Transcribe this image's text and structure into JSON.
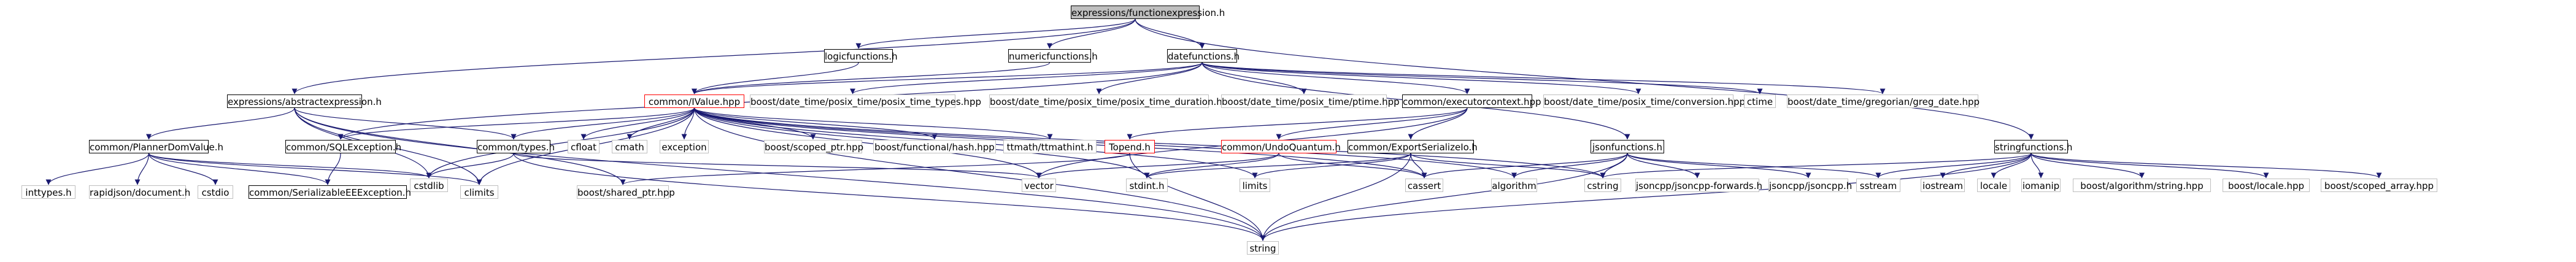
{
  "graph": {
    "root": "expressions/functionexpression.h",
    "nodes": {
      "functionexpression": "expressions/functionexpression.h",
      "logicfunctions": "logicfunctions.h",
      "numericfunctions": "numericfunctions.h",
      "datefunctions": "datefunctions.h",
      "abstractexpression": "expressions/abstractexpression.h",
      "ivalue": "common/IValue.hpp",
      "bd_posix_time_types": "boost/date_time/posix_time/posix_time_types.hpp",
      "bd_posix_time_duration": "boost/date_time/posix_time/posix_time_duration.hpp",
      "bd_ptime": "boost/date_time/posix_time/ptime.hpp",
      "executorcontext": "common/executorcontext.hpp",
      "bd_conversion": "boost/date_time/posix_time/conversion.hpp",
      "ctime": "ctime",
      "bd_greg_date": "boost/date_time/gregorian/greg_date.hpp",
      "stringfunctions": "stringfunctions.h",
      "plannerdomvalue": "common/PlannerDomValue.h",
      "sqlexception": "common/SQLException.h",
      "types": "common/types.h",
      "cfloat": "cfloat",
      "cmath": "cmath",
      "exception": "exception",
      "scoped_ptr": "boost/scoped_ptr.hpp",
      "functional_hash": "boost/functional/hash.hpp",
      "ttmathint": "ttmath/ttmathint.h",
      "topend": "Topend.h",
      "undoquantum": "common/UndoQuantum.h",
      "exportserializeio": "common/ExportSerializeIo.h",
      "jsonfunctions": "jsonfunctions.h",
      "inttypes": "inttypes.h",
      "rapidjson_document": "rapidjson/document.h",
      "cstdio": "cstdio",
      "cstdlib": "cstdlib",
      "climits": "climits",
      "serializableeeexception": "common/SerializableEEException.h",
      "shared_ptr": "boost/shared_ptr.hpp",
      "vector": "vector",
      "stdint": "stdint.h",
      "limits": "limits",
      "cassert": "cassert",
      "algorithm": "algorithm",
      "cstring": "cstring",
      "jsoncpp_forwards": "jsoncpp/jsoncpp-forwards.h",
      "jsoncpp": "jsoncpp/jsoncpp.h",
      "sstream": "sstream",
      "iostream": "iostream",
      "locale": "locale",
      "iomanip": "iomanip",
      "algorithm_string": "boost/algorithm/string.hpp",
      "boost_locale": "boost/locale.hpp",
      "scoped_array": "boost/scoped_array.hpp",
      "string": "string"
    },
    "edges": [
      [
        "functionexpression",
        "logicfunctions"
      ],
      [
        "functionexpression",
        "numericfunctions"
      ],
      [
        "functionexpression",
        "datefunctions"
      ],
      [
        "functionexpression",
        "abstractexpression"
      ],
      [
        "functionexpression",
        "stringfunctions"
      ],
      [
        "logicfunctions",
        "ivalue"
      ],
      [
        "numericfunctions",
        "ivalue"
      ],
      [
        "datefunctions",
        "ivalue"
      ],
      [
        "datefunctions",
        "bd_posix_time_types"
      ],
      [
        "datefunctions",
        "bd_posix_time_duration"
      ],
      [
        "datefunctions",
        "bd_ptime"
      ],
      [
        "datefunctions",
        "executorcontext"
      ],
      [
        "datefunctions",
        "bd_conversion"
      ],
      [
        "datefunctions",
        "ctime"
      ],
      [
        "datefunctions",
        "bd_greg_date"
      ],
      [
        "datefunctions",
        "jsonfunctions"
      ],
      [
        "datefunctions",
        "sqlexception"
      ],
      [
        "abstractexpression",
        "plannerdomvalue"
      ],
      [
        "abstractexpression",
        "types"
      ],
      [
        "abstractexpression",
        "shared_ptr"
      ],
      [
        "abstractexpression",
        "string"
      ],
      [
        "abstractexpression",
        "cstdlib"
      ],
      [
        "abstractexpression",
        "climits"
      ],
      [
        "ivalue",
        "sqlexception"
      ],
      [
        "ivalue",
        "types"
      ],
      [
        "ivalue",
        "cfloat"
      ],
      [
        "ivalue",
        "cmath"
      ],
      [
        "ivalue",
        "exception"
      ],
      [
        "ivalue",
        "scoped_ptr"
      ],
      [
        "ivalue",
        "functional_hash"
      ],
      [
        "ivalue",
        "ttmathint"
      ],
      [
        "ivalue",
        "cstdlib"
      ],
      [
        "ivalue",
        "climits"
      ],
      [
        "ivalue",
        "stdint"
      ],
      [
        "ivalue",
        "limits"
      ],
      [
        "ivalue",
        "cassert"
      ],
      [
        "ivalue",
        "algorithm"
      ],
      [
        "ivalue",
        "vector"
      ],
      [
        "ivalue",
        "string"
      ],
      [
        "ivalue",
        "cstring"
      ],
      [
        "executorcontext",
        "topend"
      ],
      [
        "executorcontext",
        "undoquantum"
      ],
      [
        "executorcontext",
        "exportserializeio"
      ],
      [
        "executorcontext",
        "vector"
      ],
      [
        "plannerdomvalue",
        "inttypes"
      ],
      [
        "plannerdomvalue",
        "rapidjson_document"
      ],
      [
        "plannerdomvalue",
        "cstdio"
      ],
      [
        "plannerdomvalue",
        "cstdlib"
      ],
      [
        "plannerdomvalue",
        "climits"
      ],
      [
        "plannerdomvalue",
        "serializableeeexception"
      ],
      [
        "sqlexception",
        "serializableeeexception"
      ],
      [
        "types",
        "cstdlib"
      ],
      [
        "types",
        "vector"
      ],
      [
        "types",
        "string"
      ],
      [
        "undoquantum",
        "vector"
      ],
      [
        "undoquantum",
        "cassert"
      ],
      [
        "undoquantum",
        "stdint"
      ],
      [
        "exportserializeio",
        "limits"
      ],
      [
        "exportserializeio",
        "cstring"
      ],
      [
        "exportserializeio",
        "cassert"
      ],
      [
        "exportserializeio",
        "stdint"
      ],
      [
        "exportserializeio",
        "string"
      ],
      [
        "topend",
        "shared_ptr"
      ],
      [
        "topend",
        "string"
      ],
      [
        "jsonfunctions",
        "algorithm"
      ],
      [
        "jsonfunctions",
        "cassert"
      ],
      [
        "jsonfunctions",
        "cstring"
      ],
      [
        "jsonfunctions",
        "jsoncpp_forwards"
      ],
      [
        "jsonfunctions",
        "jsoncpp"
      ],
      [
        "jsonfunctions",
        "sstream"
      ],
      [
        "jsonfunctions",
        "string"
      ],
      [
        "stringfunctions",
        "cstring"
      ],
      [
        "stringfunctions",
        "sstream"
      ],
      [
        "stringfunctions",
        "iostream"
      ],
      [
        "stringfunctions",
        "locale"
      ],
      [
        "stringfunctions",
        "iomanip"
      ],
      [
        "stringfunctions",
        "algorithm_string"
      ],
      [
        "stringfunctions",
        "boost_locale"
      ],
      [
        "stringfunctions",
        "scoped_array"
      ],
      [
        "stringfunctions",
        "string"
      ]
    ]
  }
}
